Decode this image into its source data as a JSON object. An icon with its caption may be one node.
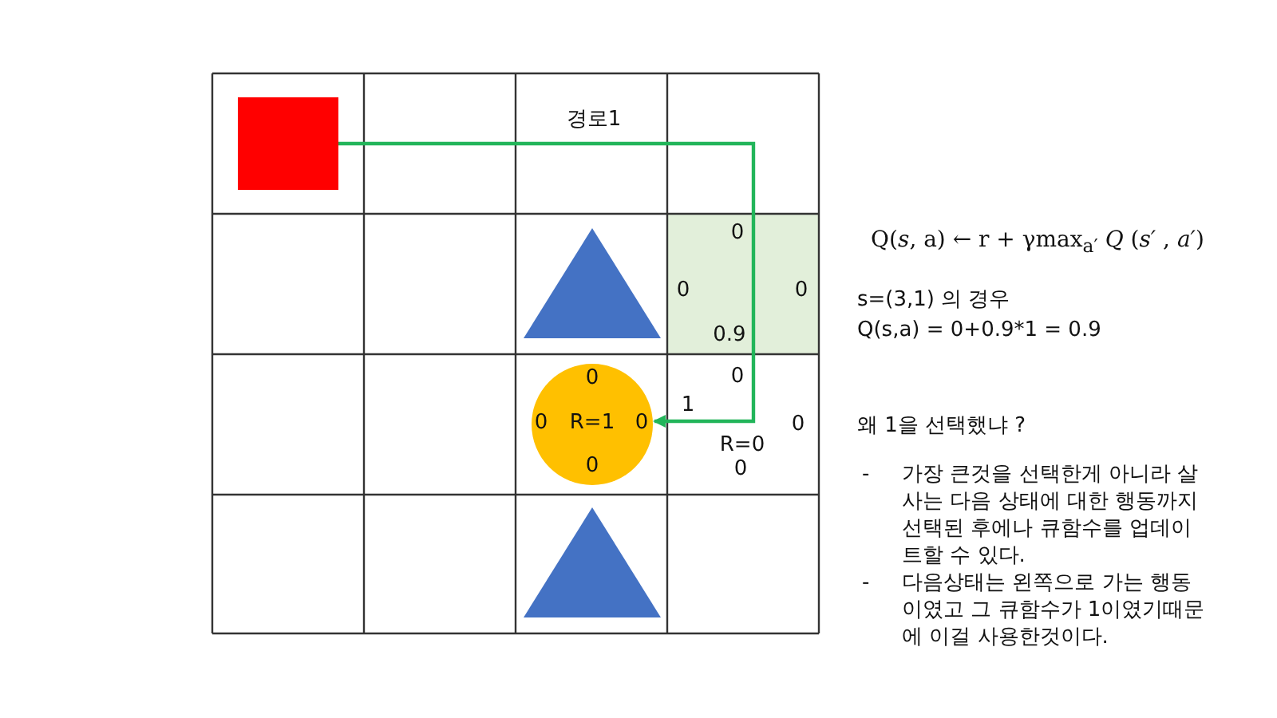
{
  "diagram": {
    "nodes": [
      {
        "text": [],
        "shape": "box"
      },
      {
        "text": [],
        "shape": "triangle"
      },
      {
        "text": [
          "0",
          "0",
          "R=1",
          "0",
          "0"
        ]
      },
      {
        "text": [],
        "shape": "triangle"
      }
    ],
    "edges": [
      {
        "from": 0,
        "to": 2,
        "arrow": "to",
        "label": "경로1"
      }
    ],
    "labels": [
      "0",
      "0",
      "0",
      "0.9",
      "0",
      "1",
      "R=0",
      "0",
      "0",
      "Q(*s*, a) ← r + γmax$_{a′}$ *Q* (*s′* , *a′*)",
      "s=(3,1) 의 경우",
      "Q(s,a) = 0+0.9*1 = 0.9",
      "왜 1을 선택했냐 ?",
      "-",
      "가장 큰것을 선택한게 아니라 살사는 다음 상태에 대한 행동까지 선택된 후에나 큐함수를 업데이트할 수 있다.",
      "-",
      "다음상태는 왼쪽으로 가는 행동이였고 그 큐함수가 1이였기때문에 이걸 사용한것이다."
    ]
  }
}
